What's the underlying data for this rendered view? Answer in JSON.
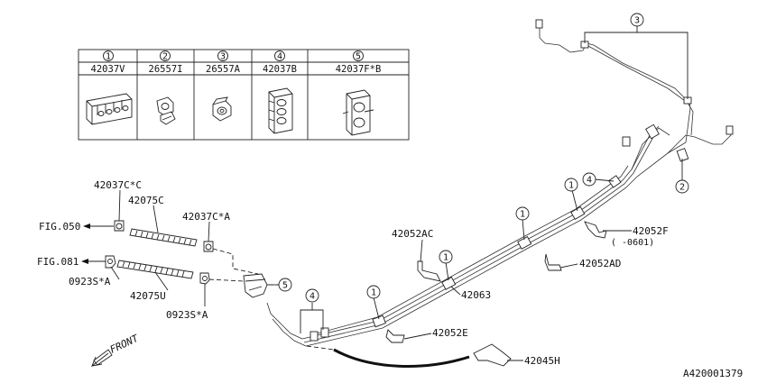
{
  "parts_table": {
    "columns": [
      {
        "index": "1",
        "part": "42037V",
        "icon": "four-slot-clip-icon"
      },
      {
        "index": "2",
        "part": "26557I",
        "icon": "pipe-clip-icon"
      },
      {
        "index": "3",
        "part": "26557A",
        "icon": "grommet-clip-icon"
      },
      {
        "index": "4",
        "part": "42037B",
        "icon": "stacked-clip-icon"
      },
      {
        "index": "5",
        "part": "42037F*B",
        "icon": "double-clip-icon"
      }
    ]
  },
  "callouts": {
    "c1": "1",
    "c2": "2",
    "c3": "3",
    "c4": "4",
    "c5": "5"
  },
  "labels": {
    "p42037C_C": "42037C*C",
    "p42075C": "42075C",
    "p42037C_A": "42037C*A",
    "fig050": "FIG.050",
    "fig081": "FIG.081",
    "p0923S_A_1": "0923S*A",
    "p0923S_A_2": "0923S*A",
    "p42075U": "42075U",
    "p42052AC": "42052AC",
    "p42052F": "42052F",
    "p42052F_note": "(   -0601)",
    "p42052AD": "42052AD",
    "p42063": "42063",
    "p42052E": "42052E",
    "p42045H": "42045H",
    "front": "FRONT",
    "diagram_id": "A420001379"
  }
}
